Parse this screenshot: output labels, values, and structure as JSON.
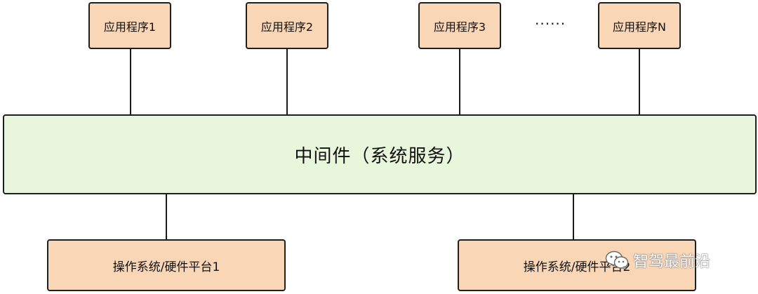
{
  "apps": [
    {
      "label": "应用程序1"
    },
    {
      "label": "应用程序2"
    },
    {
      "label": "应用程序3"
    },
    {
      "label": "应用程序N"
    }
  ],
  "ellipsis": "······",
  "middleware": {
    "label": "中间件（系统服务）"
  },
  "platforms": [
    {
      "label": "操作系统/硬件平台1"
    },
    {
      "label": "操作系统/硬件平台2"
    }
  ],
  "watermark": {
    "text": "智驾最前沿",
    "icon": "wechat-icon"
  },
  "colors": {
    "app_fill": "#f9d6b6",
    "middleware_fill": "#e8f6dc",
    "platform_fill": "#f9d6b6",
    "border": "#1f1f1f"
  }
}
